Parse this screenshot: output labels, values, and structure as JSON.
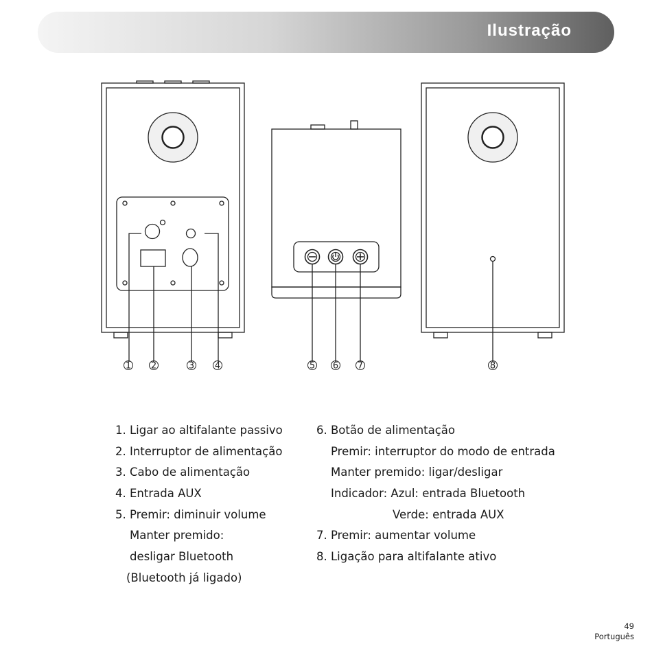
{
  "header": {
    "title": "Ilustração"
  },
  "callouts": [
    "1",
    "2",
    "3",
    "4",
    "5",
    "6",
    "7",
    "8"
  ],
  "legend": {
    "left": [
      "1. Ligar ao altifalante passivo",
      "2. Interruptor de alimentação",
      "3. Cabo de alimentação",
      "4. Entrada AUX",
      "5. Premir: diminuir volume",
      "Manter premido:",
      "desligar Bluetooth",
      "(Bluetooth já ligado)"
    ],
    "right": [
      "6. Botão de alimentação",
      "Premir: interruptor do modo de entrada",
      "Manter premido: ligar/desligar",
      "Indicador: Azul: entrada Bluetooth",
      "Verde: entrada AUX",
      "7. Premir: aumentar volume",
      "8. Ligação para altifalante ativo"
    ]
  },
  "footer": {
    "page_number": "49",
    "language": "Português"
  }
}
